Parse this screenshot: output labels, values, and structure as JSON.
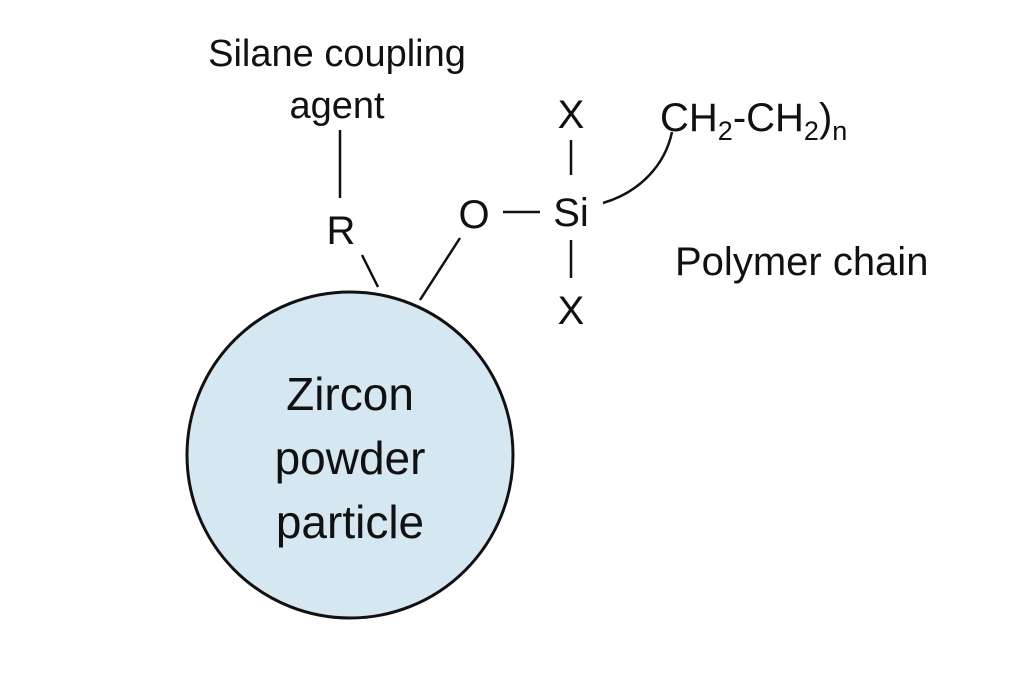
{
  "diagram": {
    "particle": {
      "line1": "Zircon",
      "line2": "powder",
      "line3": "particle",
      "fill_color": "#d5e8f2",
      "stroke_color": "#111111"
    },
    "coupling_agent_label": {
      "line1": "Silane coupling",
      "line2": "agent"
    },
    "r_group": "R",
    "oxygen": "O",
    "silicon": "Si",
    "x_top": "X",
    "x_bottom": "X",
    "repeat_unit": {
      "ch2_a": "CH",
      "sub_a": "2",
      "dash": "-",
      "ch2_b": "CH",
      "sub_b": "2",
      "close": ")",
      "sub_n": "n"
    },
    "polymer_label": "Polymer chain"
  }
}
